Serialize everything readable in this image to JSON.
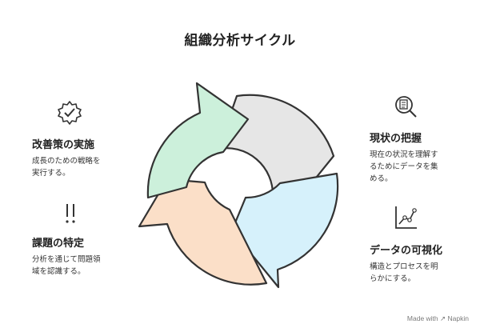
{
  "title": "組織分析サイクル",
  "steps": [
    {
      "heading": "現状の把握",
      "desc_lines": [
        "現在の状況を理解す",
        "るためにデータを集",
        "める。"
      ],
      "icon": "document-search-icon",
      "color": "#e6e6e6"
    },
    {
      "heading": "データの可視化",
      "desc_lines": [
        "構造とプロセスを明",
        "らかにする。"
      ],
      "icon": "line-chart-icon",
      "color": "#d6f1fb"
    },
    {
      "heading": "課題の特定",
      "desc_lines": [
        "分析を通じて問題領",
        "域を認識する。"
      ],
      "icon": "double-exclamation-icon",
      "color": "#fbdfc8"
    },
    {
      "heading": "改善策の実施",
      "desc_lines": [
        "成長のための戦略を",
        "実行する。"
      ],
      "icon": "gear-check-icon",
      "color": "#ccf0db"
    }
  ],
  "watermark": {
    "prefix": "Made with",
    "brand": "Napkin"
  }
}
